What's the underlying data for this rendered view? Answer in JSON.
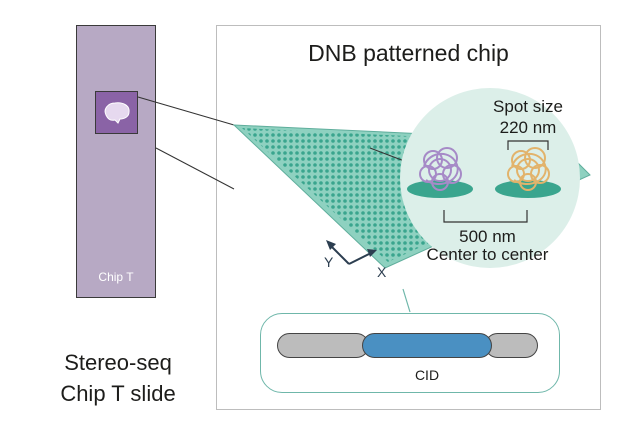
{
  "slide": {
    "chip_label": "Chip T",
    "title_line1": "Stereo-seq",
    "title_line2": "Chip T slide"
  },
  "panel": {
    "title": "DNB patterned chip",
    "spot_size_line1": "Spot size",
    "spot_size_line2": "220 nm",
    "pitch_line1": "500 nm",
    "pitch_line2": "Center to center",
    "axis_x": "X",
    "axis_y": "Y",
    "cid_label": "CID"
  },
  "colors": {
    "slide": "#b7a9c4",
    "chip": "#8a63a6",
    "surface": "#8ed1c0",
    "dots": "#3aa58e",
    "magnifier": "#dcefe9",
    "dnb_purple": "#a68ac7",
    "dnb_orange": "#e2b36b",
    "cid_blue": "#4a90c2",
    "box_border": "#6fb7aa"
  }
}
